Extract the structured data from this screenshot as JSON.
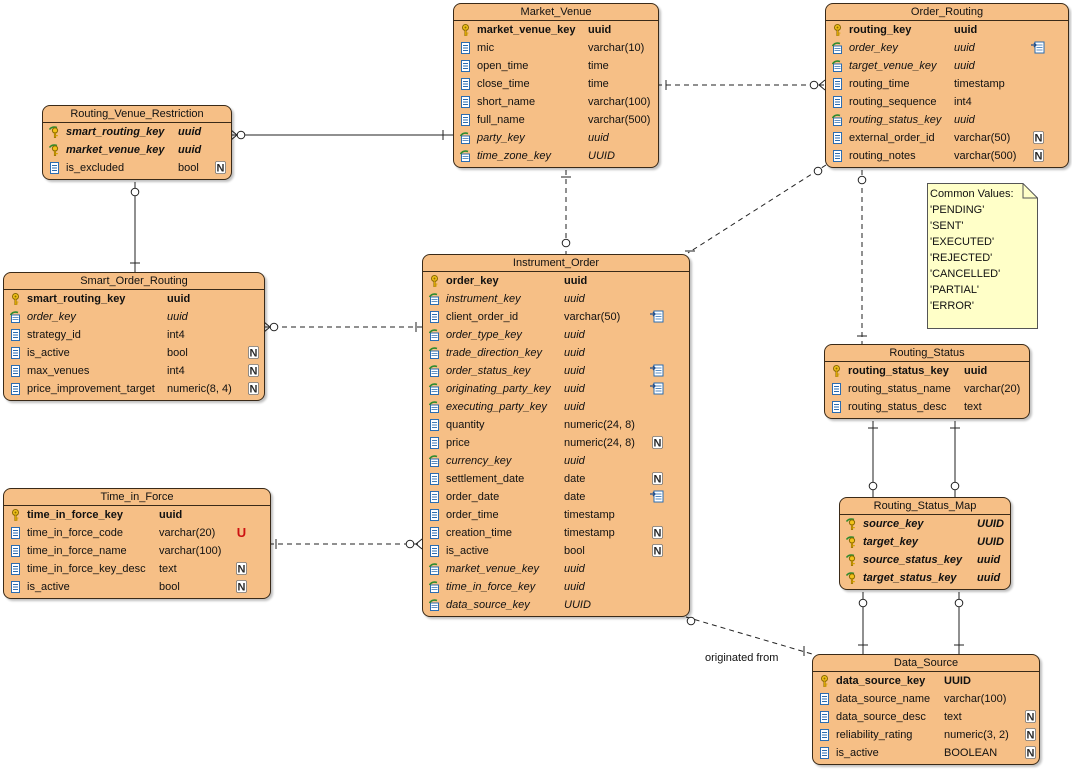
{
  "labels": {
    "originated_from": "originated from"
  },
  "note": {
    "lines": [
      "Common Values:",
      "'PENDING'",
      "'SENT'",
      "'EXECUTED'",
      "'REJECTED'",
      "'CANCELLED'",
      "'PARTIAL'",
      "'ERROR'"
    ]
  },
  "entities": {
    "market_venue": {
      "name": "Market_Venue",
      "columns": [
        {
          "name": "market_venue_key",
          "type": "uuid",
          "pk": true,
          "fk": false,
          "nullable": false,
          "marker": ""
        },
        {
          "name": "mic",
          "type": "varchar(10)",
          "pk": false,
          "fk": false,
          "nullable": false,
          "marker": ""
        },
        {
          "name": "open_time",
          "type": "time",
          "pk": false,
          "fk": false,
          "nullable": false,
          "marker": ""
        },
        {
          "name": "close_time",
          "type": "time",
          "pk": false,
          "fk": false,
          "nullable": false,
          "marker": ""
        },
        {
          "name": "short_name",
          "type": "varchar(100)",
          "pk": false,
          "fk": false,
          "nullable": false,
          "marker": ""
        },
        {
          "name": "full_name",
          "type": "varchar(500)",
          "pk": false,
          "fk": false,
          "nullable": false,
          "marker": ""
        },
        {
          "name": "party_key",
          "type": "uuid",
          "pk": false,
          "fk": true,
          "nullable": false,
          "marker": ""
        },
        {
          "name": "time_zone_key",
          "type": "UUID",
          "pk": false,
          "fk": true,
          "nullable": false,
          "marker": ""
        }
      ]
    },
    "order_routing": {
      "name": "Order_Routing",
      "columns": [
        {
          "name": "routing_key",
          "type": "uuid",
          "pk": true,
          "fk": false,
          "nullable": false,
          "marker": ""
        },
        {
          "name": "order_key",
          "type": "uuid",
          "pk": false,
          "fk": true,
          "nullable": false,
          "marker": "index"
        },
        {
          "name": "target_venue_key",
          "type": "uuid",
          "pk": false,
          "fk": true,
          "nullable": false,
          "marker": ""
        },
        {
          "name": "routing_time",
          "type": "timestamp",
          "pk": false,
          "fk": false,
          "nullable": false,
          "marker": ""
        },
        {
          "name": "routing_sequence",
          "type": "int4",
          "pk": false,
          "fk": false,
          "nullable": false,
          "marker": ""
        },
        {
          "name": "routing_status_key",
          "type": "uuid",
          "pk": false,
          "fk": true,
          "nullable": false,
          "marker": ""
        },
        {
          "name": "external_order_id",
          "type": "varchar(50)",
          "pk": false,
          "fk": false,
          "nullable": true,
          "marker": ""
        },
        {
          "name": "routing_notes",
          "type": "varchar(500)",
          "pk": false,
          "fk": false,
          "nullable": true,
          "marker": ""
        }
      ]
    },
    "routing_venue_restriction": {
      "name": "Routing_Venue_Restriction",
      "columns": [
        {
          "name": "smart_routing_key",
          "type": "uuid",
          "pk": true,
          "fk": true,
          "nullable": false,
          "marker": ""
        },
        {
          "name": "market_venue_key",
          "type": "uuid",
          "pk": true,
          "fk": true,
          "nullable": false,
          "marker": ""
        },
        {
          "name": "is_excluded",
          "type": "bool",
          "pk": false,
          "fk": false,
          "nullable": true,
          "marker": ""
        }
      ]
    },
    "smart_order_routing": {
      "name": "Smart_Order_Routing",
      "columns": [
        {
          "name": "smart_routing_key",
          "type": "uuid",
          "pk": true,
          "fk": false,
          "nullable": false,
          "marker": ""
        },
        {
          "name": "order_key",
          "type": "uuid",
          "pk": false,
          "fk": true,
          "nullable": false,
          "marker": ""
        },
        {
          "name": "strategy_id",
          "type": "int4",
          "pk": false,
          "fk": false,
          "nullable": false,
          "marker": ""
        },
        {
          "name": "is_active",
          "type": "bool",
          "pk": false,
          "fk": false,
          "nullable": true,
          "marker": ""
        },
        {
          "name": "max_venues",
          "type": "int4",
          "pk": false,
          "fk": false,
          "nullable": true,
          "marker": ""
        },
        {
          "name": "price_improvement_target",
          "type": "numeric(8, 4)",
          "pk": false,
          "fk": false,
          "nullable": true,
          "marker": ""
        }
      ]
    },
    "instrument_order": {
      "name": "Instrument_Order",
      "columns": [
        {
          "name": "order_key",
          "type": "uuid",
          "pk": true,
          "fk": false,
          "nullable": false,
          "marker": ""
        },
        {
          "name": "instrument_key",
          "type": "uuid",
          "pk": false,
          "fk": true,
          "nullable": false,
          "marker": ""
        },
        {
          "name": "client_order_id",
          "type": "varchar(50)",
          "pk": false,
          "fk": false,
          "nullable": false,
          "marker": "index"
        },
        {
          "name": "order_type_key",
          "type": "uuid",
          "pk": false,
          "fk": true,
          "nullable": false,
          "marker": ""
        },
        {
          "name": "trade_direction_key",
          "type": "uuid",
          "pk": false,
          "fk": true,
          "nullable": false,
          "marker": ""
        },
        {
          "name": "order_status_key",
          "type": "uuid",
          "pk": false,
          "fk": true,
          "nullable": false,
          "marker": "index"
        },
        {
          "name": "originating_party_key",
          "type": "uuid",
          "pk": false,
          "fk": true,
          "nullable": false,
          "marker": "index"
        },
        {
          "name": "executing_party_key",
          "type": "uuid",
          "pk": false,
          "fk": true,
          "nullable": false,
          "marker": ""
        },
        {
          "name": "quantity",
          "type": "numeric(24, 8)",
          "pk": false,
          "fk": false,
          "nullable": false,
          "marker": ""
        },
        {
          "name": "price",
          "type": "numeric(24, 8)",
          "pk": false,
          "fk": false,
          "nullable": true,
          "marker": ""
        },
        {
          "name": "currency_key",
          "type": "uuid",
          "pk": false,
          "fk": true,
          "nullable": false,
          "marker": ""
        },
        {
          "name": "settlement_date",
          "type": "date",
          "pk": false,
          "fk": false,
          "nullable": true,
          "marker": ""
        },
        {
          "name": "order_date",
          "type": "date",
          "pk": false,
          "fk": false,
          "nullable": false,
          "marker": "index"
        },
        {
          "name": "order_time",
          "type": "timestamp",
          "pk": false,
          "fk": false,
          "nullable": false,
          "marker": ""
        },
        {
          "name": "creation_time",
          "type": "timestamp",
          "pk": false,
          "fk": false,
          "nullable": true,
          "marker": ""
        },
        {
          "name": "is_active",
          "type": "bool",
          "pk": false,
          "fk": false,
          "nullable": true,
          "marker": ""
        },
        {
          "name": "market_venue_key",
          "type": "uuid",
          "pk": false,
          "fk": true,
          "nullable": false,
          "marker": ""
        },
        {
          "name": "time_in_force_key",
          "type": "uuid",
          "pk": false,
          "fk": true,
          "nullable": false,
          "marker": ""
        },
        {
          "name": "data_source_key",
          "type": "UUID",
          "pk": false,
          "fk": true,
          "nullable": false,
          "marker": ""
        }
      ]
    },
    "time_in_force": {
      "name": "Time_in_Force",
      "columns": [
        {
          "name": "time_in_force_key",
          "type": "uuid",
          "pk": true,
          "fk": false,
          "nullable": false,
          "marker": ""
        },
        {
          "name": "time_in_force_code",
          "type": "varchar(20)",
          "pk": false,
          "fk": false,
          "nullable": false,
          "marker": "unique"
        },
        {
          "name": "time_in_force_name",
          "type": "varchar(100)",
          "pk": false,
          "fk": false,
          "nullable": false,
          "marker": ""
        },
        {
          "name": "time_in_force_key_desc",
          "type": "text",
          "pk": false,
          "fk": false,
          "nullable": true,
          "marker": ""
        },
        {
          "name": "is_active",
          "type": "bool",
          "pk": false,
          "fk": false,
          "nullable": true,
          "marker": ""
        }
      ]
    },
    "routing_status": {
      "name": "Routing_Status",
      "columns": [
        {
          "name": "routing_status_key",
          "type": "uuid",
          "pk": true,
          "fk": false,
          "nullable": false,
          "marker": ""
        },
        {
          "name": "routing_status_name",
          "type": "varchar(20)",
          "pk": false,
          "fk": false,
          "nullable": false,
          "marker": ""
        },
        {
          "name": "routing_status_desc",
          "type": "text",
          "pk": false,
          "fk": false,
          "nullable": false,
          "marker": ""
        }
      ]
    },
    "routing_status_map": {
      "name": "Routing_Status_Map",
      "columns": [
        {
          "name": "source_key",
          "type": "UUID",
          "pk": true,
          "fk": true,
          "nullable": false,
          "marker": ""
        },
        {
          "name": "target_key",
          "type": "UUID",
          "pk": true,
          "fk": true,
          "nullable": false,
          "marker": ""
        },
        {
          "name": "source_status_key",
          "type": "uuid",
          "pk": true,
          "fk": true,
          "nullable": false,
          "marker": ""
        },
        {
          "name": "target_status_key",
          "type": "uuid",
          "pk": true,
          "fk": true,
          "nullable": false,
          "marker": ""
        }
      ]
    },
    "data_source": {
      "name": "Data_Source",
      "columns": [
        {
          "name": "data_source_key",
          "type": "UUID",
          "pk": true,
          "fk": false,
          "nullable": false,
          "marker": ""
        },
        {
          "name": "data_source_name",
          "type": "varchar(100)",
          "pk": false,
          "fk": false,
          "nullable": false,
          "marker": ""
        },
        {
          "name": "data_source_desc",
          "type": "text",
          "pk": false,
          "fk": false,
          "nullable": true,
          "marker": ""
        },
        {
          "name": "reliability_rating",
          "type": "numeric(3, 2)",
          "pk": false,
          "fk": false,
          "nullable": true,
          "marker": ""
        },
        {
          "name": "is_active",
          "type": "BOOLEAN",
          "pk": false,
          "fk": false,
          "nullable": true,
          "marker": ""
        }
      ]
    }
  }
}
